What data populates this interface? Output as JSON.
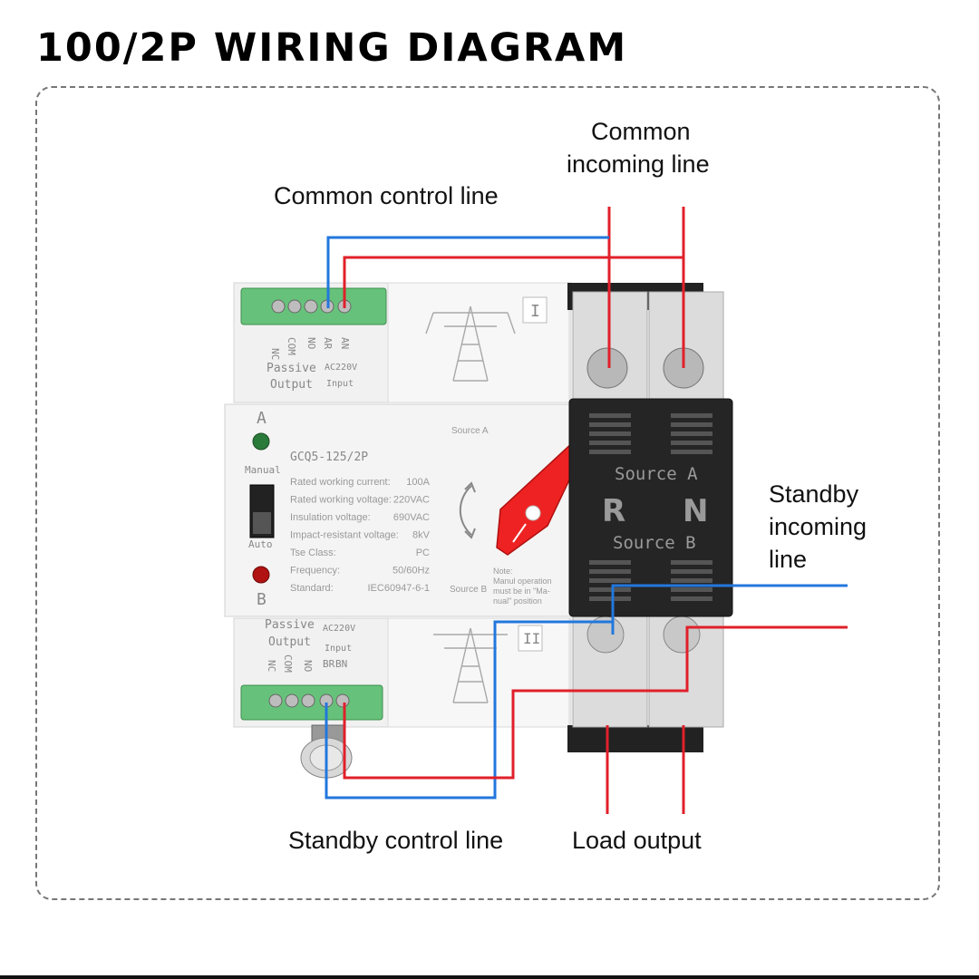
{
  "title": "100/2P WIRING DIAGRAM",
  "callouts": {
    "common_incoming": [
      "Common",
      "incoming line"
    ],
    "common_control": "Common control line",
    "standby_incoming": [
      "Standby",
      "incoming",
      "line"
    ],
    "standby_control": "Standby control line",
    "load_output": "Load output"
  },
  "device": {
    "model": "GCQ5-125/2P",
    "specs": [
      {
        "label": "Rated working current:",
        "value": "100A"
      },
      {
        "label": "Rated working voltage:",
        "value": "220VAC"
      },
      {
        "label": "Insulation voltage:",
        "value": "690VAC"
      },
      {
        "label": "Impact-resistant voltage:",
        "value": "8kV"
      },
      {
        "label": "Tse Class:",
        "value": "PC"
      },
      {
        "label": "Frequency:",
        "value": "50/60Hz"
      },
      {
        "label": "Standard:",
        "value": "IEC60947-6-1"
      }
    ],
    "indicator_a": "A",
    "indicator_b": "B",
    "manual": "Manual",
    "auto": "Auto",
    "source_a_small": "Source A",
    "source_b_small": "Source B",
    "note": [
      "Note:",
      "Manul operation",
      "must be in \"Ma-",
      "nual\" position"
    ],
    "top_terminal": {
      "labels": [
        "NC",
        "COM",
        "NO",
        "AR",
        "AN"
      ],
      "passive": "Passive",
      "output": "Output",
      "ac": "AC220V",
      "input": "Input",
      "roman": "I"
    },
    "bottom_terminal": {
      "labels": [
        "NC",
        "COM",
        "NO",
        "BR",
        "BN"
      ],
      "passive": "Passive",
      "output": "Output",
      "ac": "AC220V",
      "input": "Input",
      "roman": "II"
    },
    "breaker": {
      "source_a": "Source A",
      "source_b": "Source B",
      "r": "R",
      "n": "N"
    }
  },
  "colors": {
    "red_wire": "#e0202a",
    "blue_wire": "#2277dd",
    "handle": "#ee2222"
  }
}
